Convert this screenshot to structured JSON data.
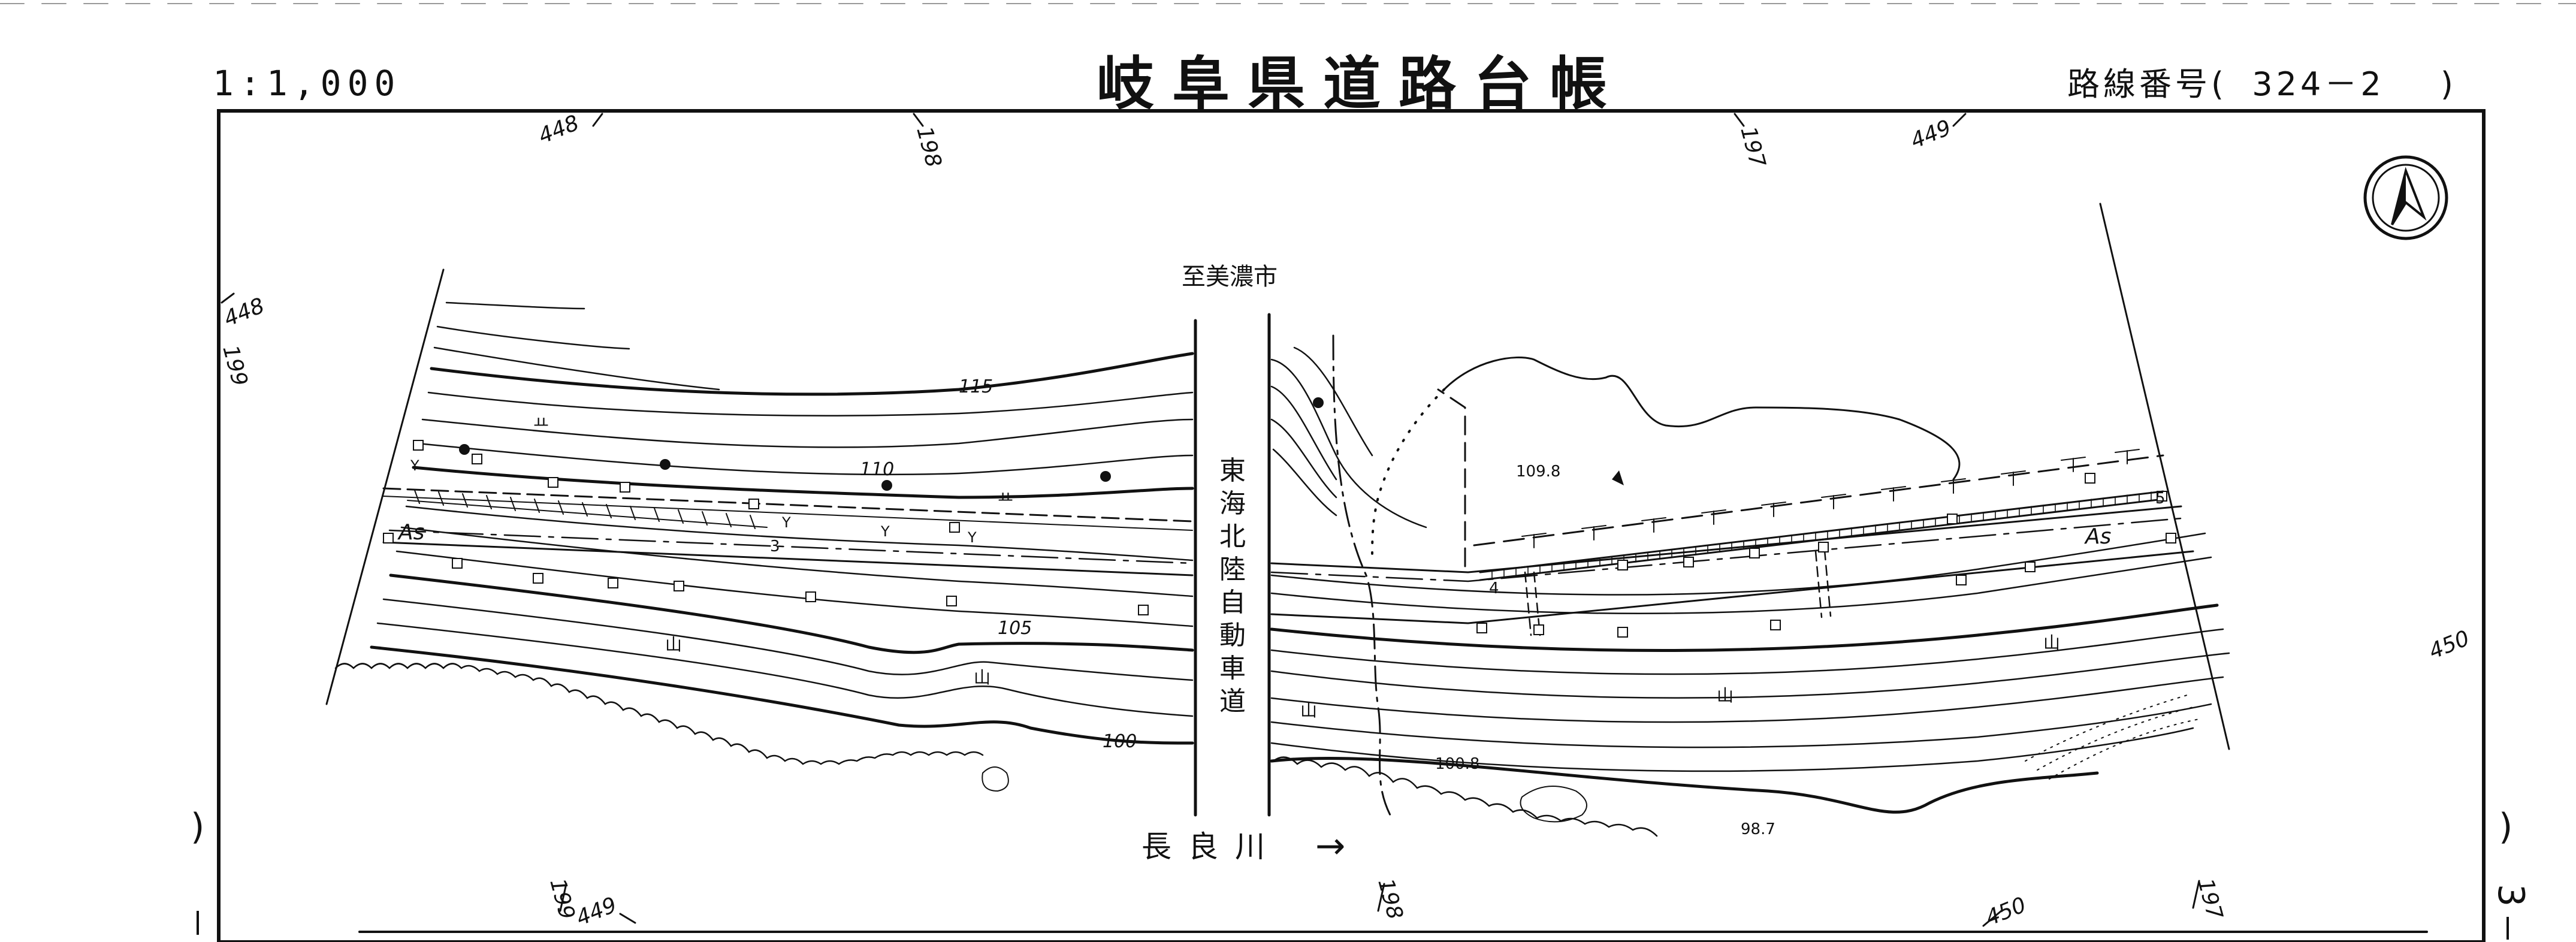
{
  "sheet": {
    "scale": "1:1,000",
    "title": "岐阜県道路台帳",
    "route_prefix": "路線番号(",
    "route_number": "324－2",
    "route_suffix": ")"
  },
  "labels": {
    "to_city": "至美濃市",
    "expressway": "東海北陸自動車道",
    "river": "長良川",
    "river_arrow": "→",
    "surface_left": "As",
    "surface_right": "As"
  },
  "contours": {
    "c115": "115",
    "c110": "110",
    "c105": "105",
    "c100": "100"
  },
  "spot_heights": {
    "h1": "109.8",
    "h2": "100.8",
    "h3": "98.7"
  },
  "station_numbers": {
    "s3": "3",
    "s4": "4",
    "s5": "5"
  },
  "grid_labels": {
    "top_448": "448",
    "top_198": "198",
    "top_197": "197",
    "top_449": "449",
    "left_448": "448",
    "left_199": "199",
    "right_450": "450",
    "bottom_199": "199",
    "bottom_449": "449",
    "bottom_198": "198",
    "bottom_450": "450",
    "bottom_197": "197"
  },
  "margin_marks": {
    "left_paren": ")",
    "right_paren": ")",
    "right_number": "3"
  },
  "symbols": {
    "tree_char": "Y",
    "grass_char": "ㅛ",
    "wasteland_char": "山"
  },
  "north_arrow_icon": "north-arrow-icon"
}
